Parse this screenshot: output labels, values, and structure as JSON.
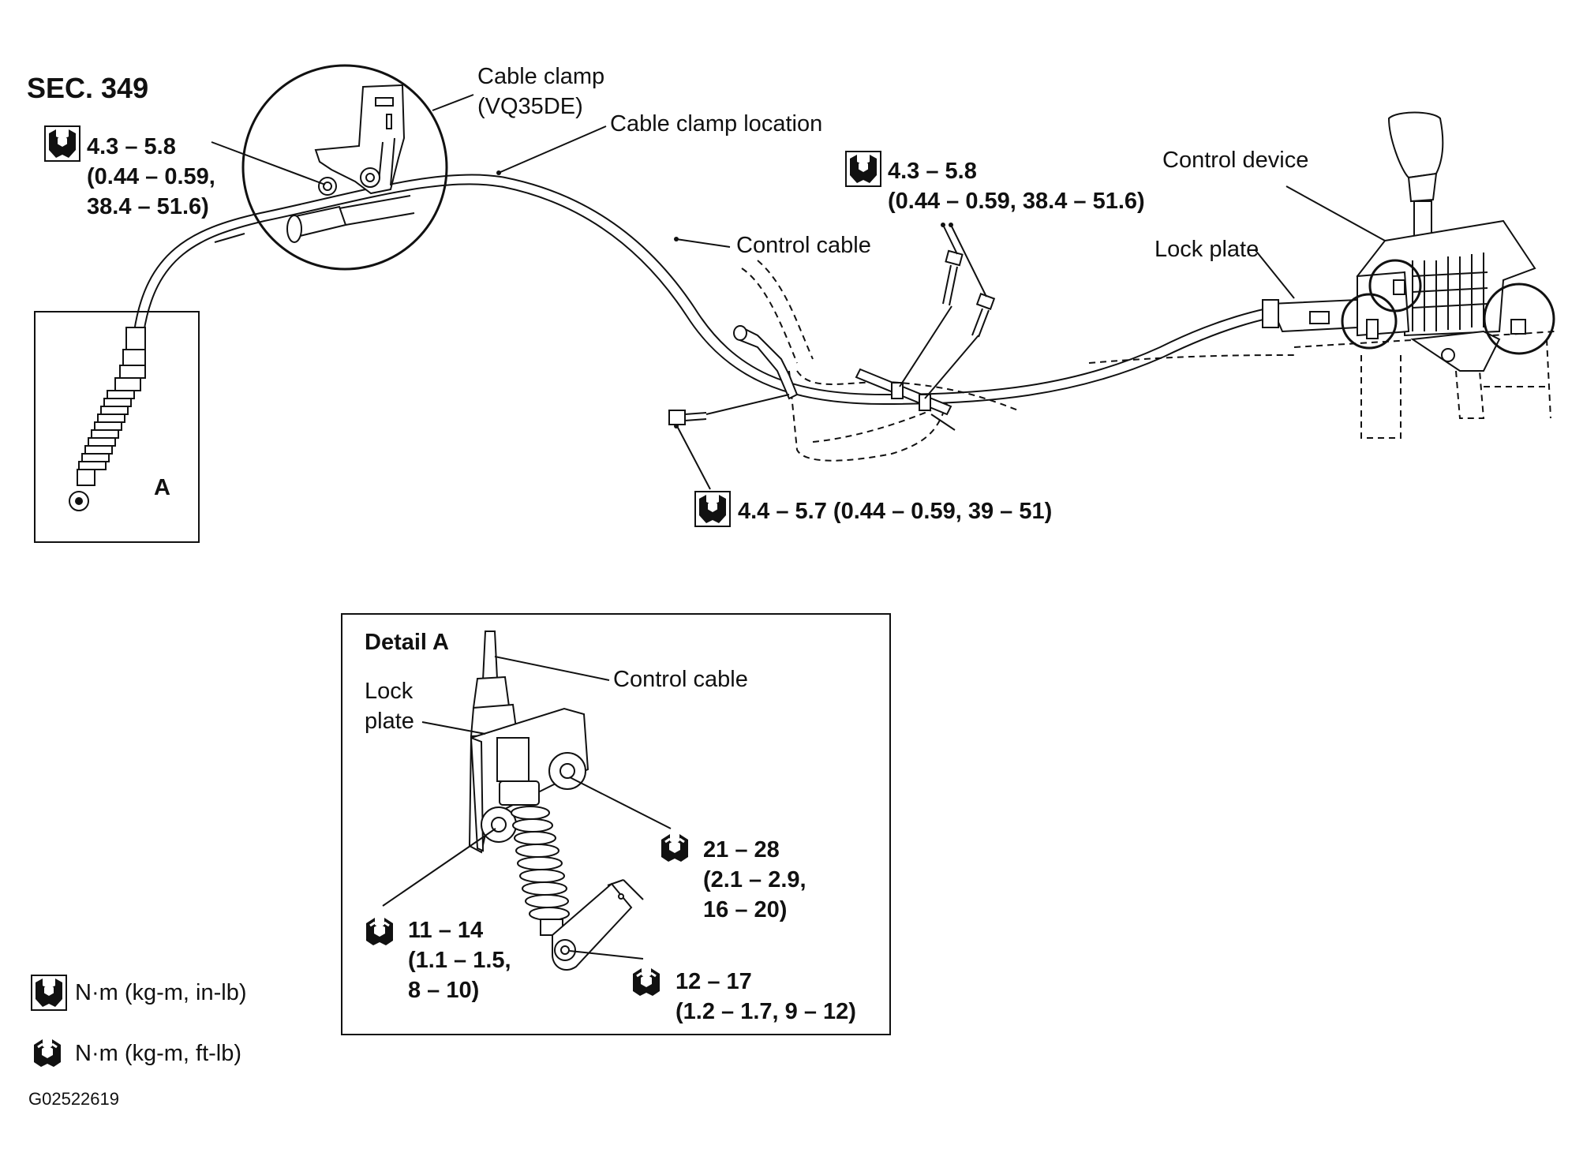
{
  "section": "SEC. 349",
  "callouts": {
    "cable_clamp_line1": "Cable clamp",
    "cable_clamp_line2": "(VQ35DE)",
    "cable_clamp_location": "Cable clamp location",
    "control_cable": "Control cable",
    "control_device": "Control device",
    "lock_plate": "Lock plate",
    "detail_ref": "A"
  },
  "torques": {
    "clamp_bolt": {
      "line1": "4.3 – 5.8",
      "line2": "(0.44 – 0.59,",
      "line3": "38.4 – 51.6)"
    },
    "bracket_bolts": {
      "line1": "4.3 – 5.8",
      "line2": "(0.44 – 0.59, 38.4 – 51.6)"
    },
    "lower_bolt": {
      "line1": "4.4 – 5.7 (0.44 – 0.59, 39 – 51)"
    }
  },
  "detail": {
    "title": "Detail A",
    "control_cable": "Control cable",
    "lock_plate_line1": "Lock",
    "lock_plate_line2": "plate",
    "t1": {
      "line1": "21 – 28",
      "line2": "(2.1 – 2.9,",
      "line3": "16 – 20)"
    },
    "t2": {
      "line1": "11 – 14",
      "line2": "(1.1 – 1.5,",
      "line3": "8 – 10)"
    },
    "t3": {
      "line1": "12 – 17",
      "line2": "(1.2 – 1.7, 9 – 12)"
    }
  },
  "legend": {
    "inlb": "N·m (kg-m, in-lb)",
    "ftlb": "N·m (kg-m, ft-lb)"
  },
  "figure_id": "G02522619",
  "icons": {
    "filled": "torque-wrench-filled-icon",
    "outline": "torque-wrench-outline-icon"
  }
}
